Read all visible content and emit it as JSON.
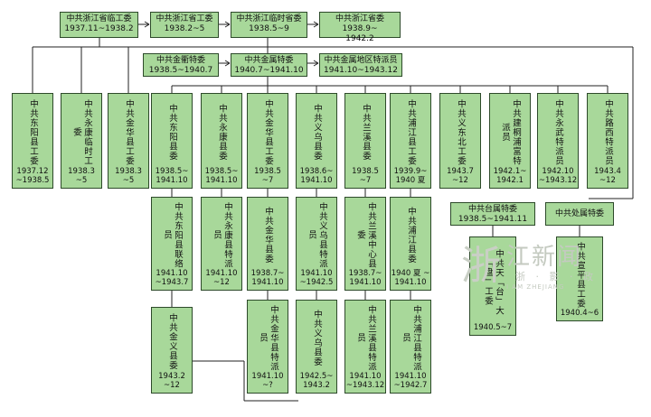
{
  "top_row": [
    {
      "name": "中共浙江省临工委",
      "date": "1937.11~1938.2"
    },
    {
      "name": "中共浙江省工委",
      "date": "1938.2~5"
    },
    {
      "name": "中共浙江临时省委",
      "date": "1938.5~9"
    },
    {
      "name": "中共浙江省委 1938.9~",
      "date": "1942.2"
    }
  ],
  "second_row": [
    {
      "name": "中共金衢特委",
      "date": "1938.5~1940.7"
    },
    {
      "name": "中共金属特委",
      "date": "1940.7~1941.10"
    },
    {
      "name": "中共金属地区特派员",
      "date": "1941.10~1943.12"
    }
  ],
  "county_boxes": [
    {
      "text": "中共东阳县工委",
      "date": "1937.12\n~1938.5"
    },
    {
      "text": "中共永康临时工委",
      "date": "1938.3\n~5"
    },
    {
      "text": "中共金华县工委",
      "date": "1938.3\n~5"
    },
    {
      "text": "中共东阳县委",
      "date": "1938.5~\n1941.10"
    },
    {
      "text": "中共永康县委",
      "date": "1938.5~\n1941.10"
    },
    {
      "text": "中共金华县工委",
      "date": "1938.5\n~7"
    },
    {
      "text": "中共义乌县委",
      "date": "1938.6~\n1941.10"
    },
    {
      "text": "中共兰溪县委",
      "date": "1938.5\n~7"
    },
    {
      "text": "中共浦江县工委",
      "date": "1939.9~\n1940 夏"
    },
    {
      "text": "中共义东北工委",
      "date": "1943.7\n~12"
    },
    {
      "text": "中共建桐浦富特派员",
      "date": "1942.1~\n1942.1"
    },
    {
      "text": "中共永武特派员",
      "date": "1942.10\n~1943.12"
    },
    {
      "text": "中共路西特派员",
      "date": "1943.4\n~12"
    }
  ],
  "third_row": [
    {
      "text": "中共东阳县联络员",
      "date": "1941.10\n~1943.7"
    },
    {
      "text": "中共永康县特派员",
      "date": "1941.10\n~12"
    },
    {
      "text": "中共金华县委",
      "date": "1938.7~\n1941.10"
    },
    {
      "text": "中共义乌县特派员",
      "date": "1941.10\n~1942.5"
    },
    {
      "text": "中共兰溪中心县委",
      "date": "1938.7~\n1941.10"
    },
    {
      "text": "中共浦江县委",
      "date": "1940 夏 ~\n1941.10"
    }
  ],
  "fourth_row": [
    {
      "text": "中共金义县委",
      "date": "1943.2\n~12"
    },
    {
      "text": "中共金华县特派员",
      "date": "1941.10\n~?"
    },
    {
      "text": "中共义乌县委",
      "date": "1942.5~\n1943.2"
    },
    {
      "text": "中共兰溪县特派员",
      "date": "1941.10\n~1943.12"
    },
    {
      "text": "中共浦江县特派员",
      "date": "1941.10\n~1942.7"
    }
  ],
  "right_side": [
    {
      "name": "中共台属特委",
      "date": "1938.5~1941.11"
    },
    {
      "name": "中共处属特委",
      "date": ""
    },
    {
      "text": "中共天「台」大「盘」工委",
      "date": "1940.5~7"
    },
    {
      "text": "中共宣平县工委",
      "date": "1940.4~6"
    }
  ],
  "watermark": {
    "glyph": "浙",
    "title": "江新闻",
    "sub": "浙 · 影 · 政",
    "en": "I AM ZHEJIANG"
  },
  "colors": {
    "box_fill": "#a8d89a",
    "box_border": "#2d4a2a",
    "line": "#222222"
  }
}
